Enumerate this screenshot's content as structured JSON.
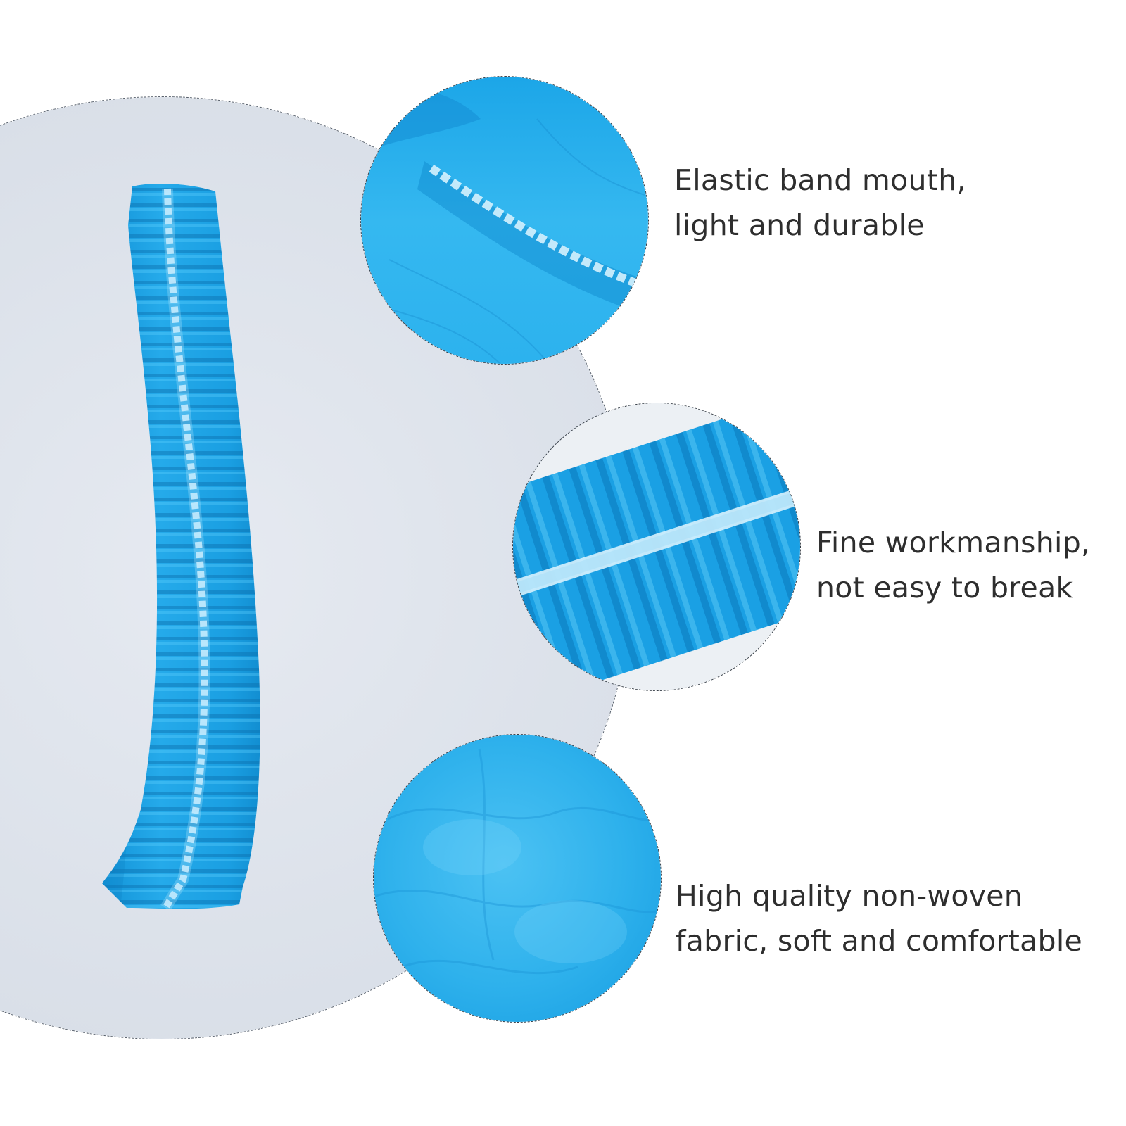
{
  "colors": {
    "background": "#ffffff",
    "large_circle_fill": "#dde2ea",
    "circle_outline": "#444c56",
    "cap_blue": "#1ba3e6",
    "cap_blue_dark": "#0f86c9",
    "cap_blue_light": "#5cc6f3",
    "elastic_band": "#cfeefb",
    "text": "#2e2e2e"
  },
  "features": [
    {
      "icon": "elastic-band-closeup",
      "line1": "Elastic band mouth,",
      "line2": "light and durable"
    },
    {
      "icon": "pleated-band-closeup",
      "line1": "Fine workmanship,",
      "line2": "not easy to break"
    },
    {
      "icon": "non-woven-fabric-closeup",
      "line1": "High quality non-woven",
      "line2": "fabric, soft and comfortable"
    }
  ]
}
